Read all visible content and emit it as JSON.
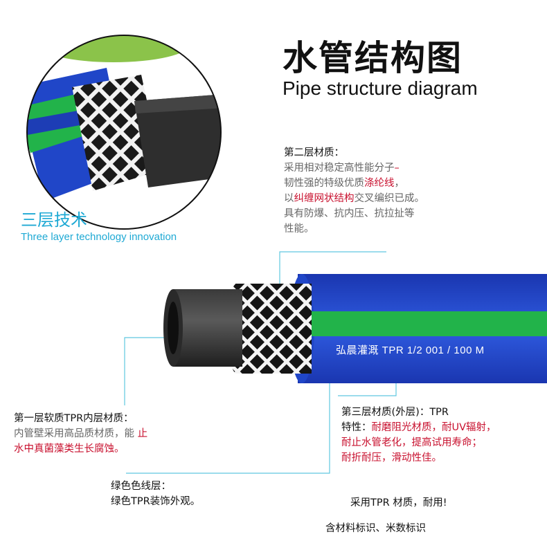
{
  "title": {
    "cn": "水管结构图",
    "en": "Pipe structure diagram"
  },
  "inset": {
    "tech_cn": "三层技术",
    "tech_en": "Three layer technology innovation"
  },
  "hose_print": "弘晨灌溉 TPR  1/2  001 / 100 M",
  "layer2": {
    "heading": "第二层材质：",
    "l1": "采用相对稳定高性能分子",
    "l1_dash": "–",
    "l2a": "韧性强的特级优质",
    "l2b": "涤纶线",
    "l2c": "，",
    "l3a": "以",
    "l3b": "纠缠网状结构",
    "l3c": "交叉编织已成。",
    "l4": "具有防爆、抗内压、抗拉扯等",
    "l5": "性能。"
  },
  "layer1": {
    "heading": "第一层软质TPR内层材质：",
    "l1a": "内管壁采用高品质材质，能  ",
    "l1b": "止",
    "l2": "水中真菌藻类生长腐蚀。"
  },
  "green_line": {
    "heading": "绿色色线层：",
    "l1": "绿色TPR装饰外观。"
  },
  "layer3": {
    "heading": "第三层材质(外层)：TPR",
    "l1a": "特性：",
    "l1b": "耐磨阻光材质，耐UV辐射，",
    "l2": "耐止水管老化，提高试用寿命；",
    "l3": "耐折耐压，滑动性佳。"
  },
  "material": {
    "l1": "采用TPR  材质，耐用!",
    "l2": "含材料标识、米数标识"
  },
  "colors": {
    "blue": "#2046c8",
    "green": "#22b34a",
    "inner": "#2e2e2e",
    "accent": "#1ea9d4",
    "red": "#c8102e"
  }
}
